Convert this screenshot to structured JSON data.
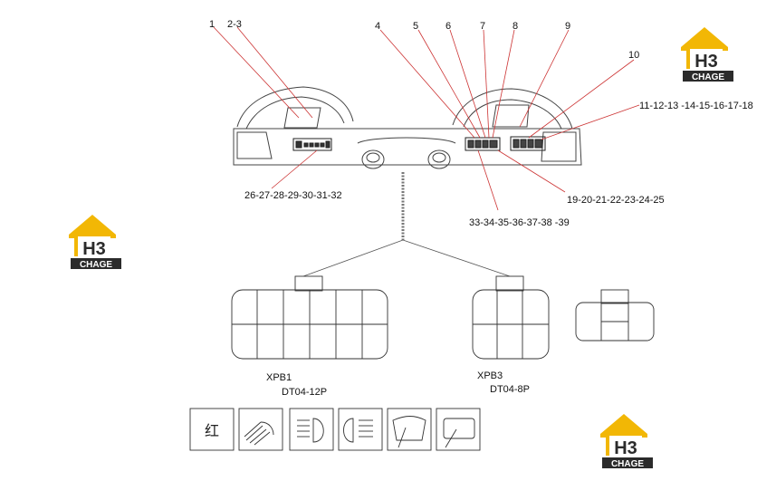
{
  "callouts": {
    "c1": "1",
    "c2_3": "2-3",
    "c4": "4",
    "c5": "5",
    "c6": "6",
    "c7": "7",
    "c8": "8",
    "c9": "9",
    "c10": "10",
    "c11_18": "11-12-13 -14-15-16-17-18",
    "c19_25": "19-20-21-22-23-24-25",
    "c26_32": "26-27-28-29-30-31-32",
    "c33_39": "33-34-35-36-37-38 -39"
  },
  "connectors": {
    "xpb1_name": "XPB1",
    "xpb1_type": "DT04-12P",
    "xpb3_name": "XPB3",
    "xpb3_type": "DT04-8P"
  },
  "symbols": {
    "red_char": "红"
  },
  "logo": {
    "mark": "H3",
    "text": "CHAGE"
  },
  "colors": {
    "logo_yellow": "#f2b705",
    "logo_dark": "#2b2b2b",
    "line": "#555555"
  }
}
